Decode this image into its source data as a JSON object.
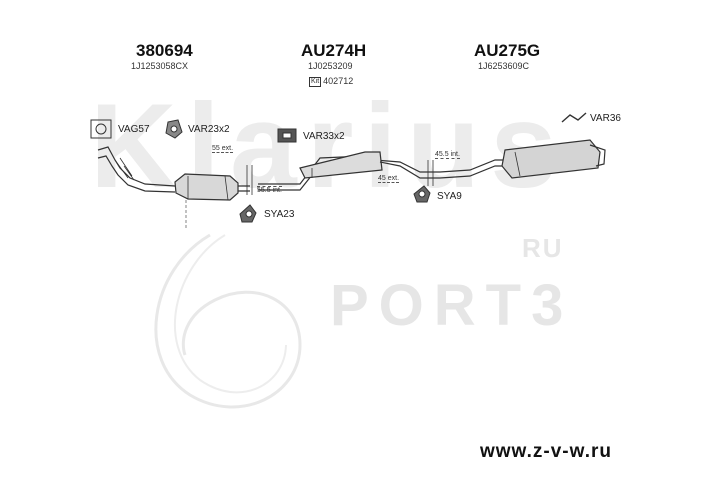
{
  "header_parts": [
    {
      "code": "380694",
      "oem": "1J1253058CX"
    },
    {
      "code": "AU274H",
      "oem": "1J0253209",
      "kit": "Kit",
      "kit_no": "402712"
    },
    {
      "code": "AU275G",
      "oem": "1J6253609C"
    }
  ],
  "parts": {
    "vag57": "VAG57",
    "var23": "VAR23x2",
    "var33": "VAR33x2",
    "var36": "VAR36",
    "sya23": "SYA23",
    "sya9": "SYA9"
  },
  "dimensions": {
    "d1": "55 ext.",
    "d2": "55.5 int.",
    "d3": "45 ext.",
    "d4": "45.5 int."
  },
  "watermark": {
    "brand": "Klarius",
    "site_prefix": "RU",
    "site_name": "PORT3"
  },
  "footer": {
    "url": "www.z-v-w.ru"
  }
}
